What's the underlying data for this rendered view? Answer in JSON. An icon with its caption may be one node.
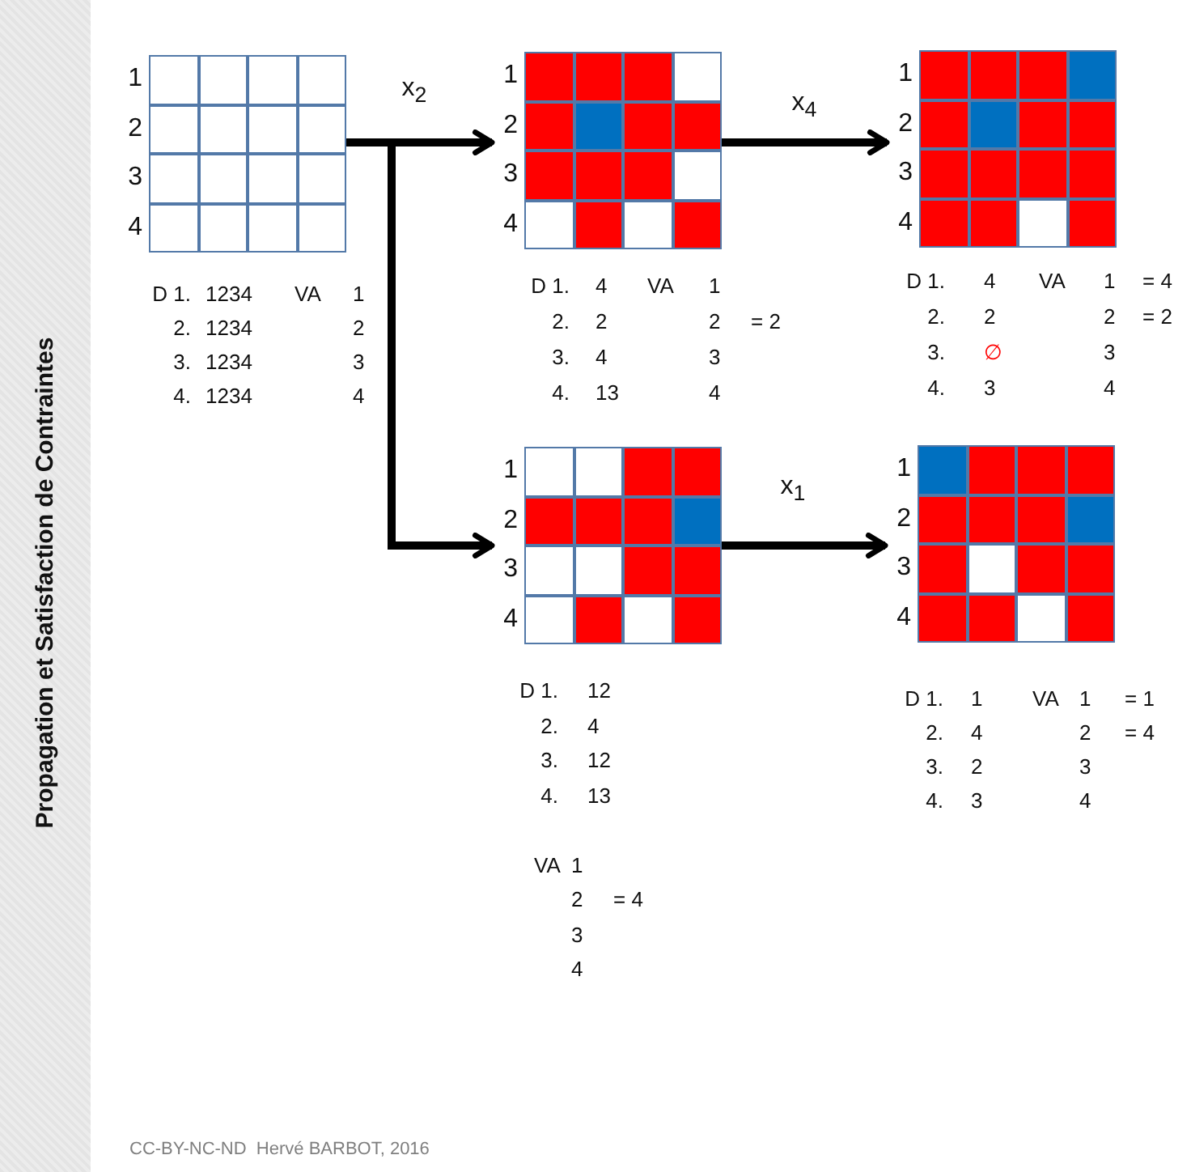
{
  "diagram": {
    "title": "Propagation et Satisfaction de Contraintes",
    "nodes": [
      {
        "text": [],
        "shape": "grid",
        "beside": [
          "1",
          "2",
          "3",
          "4",
          "D 1.",
          "1234",
          "VA",
          "1",
          "2.",
          "1234",
          "2",
          "3.",
          "1234",
          "3",
          "4.",
          "1234",
          "4"
        ]
      },
      {
        "text": [],
        "shape": "grid",
        "beside": [
          "1",
          "2",
          "3",
          "4",
          "D 1.",
          "4",
          "VA",
          "1",
          "2.",
          "2",
          "2",
          "= 2",
          "3.",
          "4",
          "3",
          "4.",
          "13",
          "4"
        ]
      },
      {
        "text": [],
        "shape": "grid",
        "beside": [
          "1",
          "2",
          "3",
          "4",
          "D 1.",
          "4",
          "VA",
          "1",
          "= 4",
          "2.",
          "2",
          "2",
          "= 2",
          "3.",
          "∅",
          "3",
          "4.",
          "3",
          "4"
        ]
      },
      {
        "text": [],
        "shape": "grid",
        "beside": [
          "1",
          "2",
          "3",
          "4",
          "D 1.",
          "12",
          "2.",
          "4",
          "3.",
          "12",
          "4.",
          "13",
          "VA",
          "1",
          "2",
          "= 4",
          "3",
          "4"
        ]
      },
      {
        "text": [],
        "shape": "grid",
        "beside": [
          "1",
          "2",
          "3",
          "4",
          "D 1.",
          "1",
          "VA",
          "1",
          "= 1",
          "2.",
          "4",
          "2",
          "= 4",
          "3.",
          "2",
          "3",
          "4.",
          "3",
          "4"
        ]
      }
    ],
    "edges": [
      {
        "from": 0,
        "to": 1,
        "arrow": "to",
        "label": "x$_{2}$"
      },
      {
        "from": 0,
        "to": 3,
        "arrow": "to"
      },
      {
        "from": 1,
        "to": 2,
        "arrow": "to",
        "label": "x$_{4}$"
      },
      {
        "from": 3,
        "to": 4,
        "arrow": "to",
        "label": "x$_{1}$"
      }
    ],
    "labels": [
      "CC-BY-NC-ND  Hervé BARBOT, 2016"
    ]
  }
}
